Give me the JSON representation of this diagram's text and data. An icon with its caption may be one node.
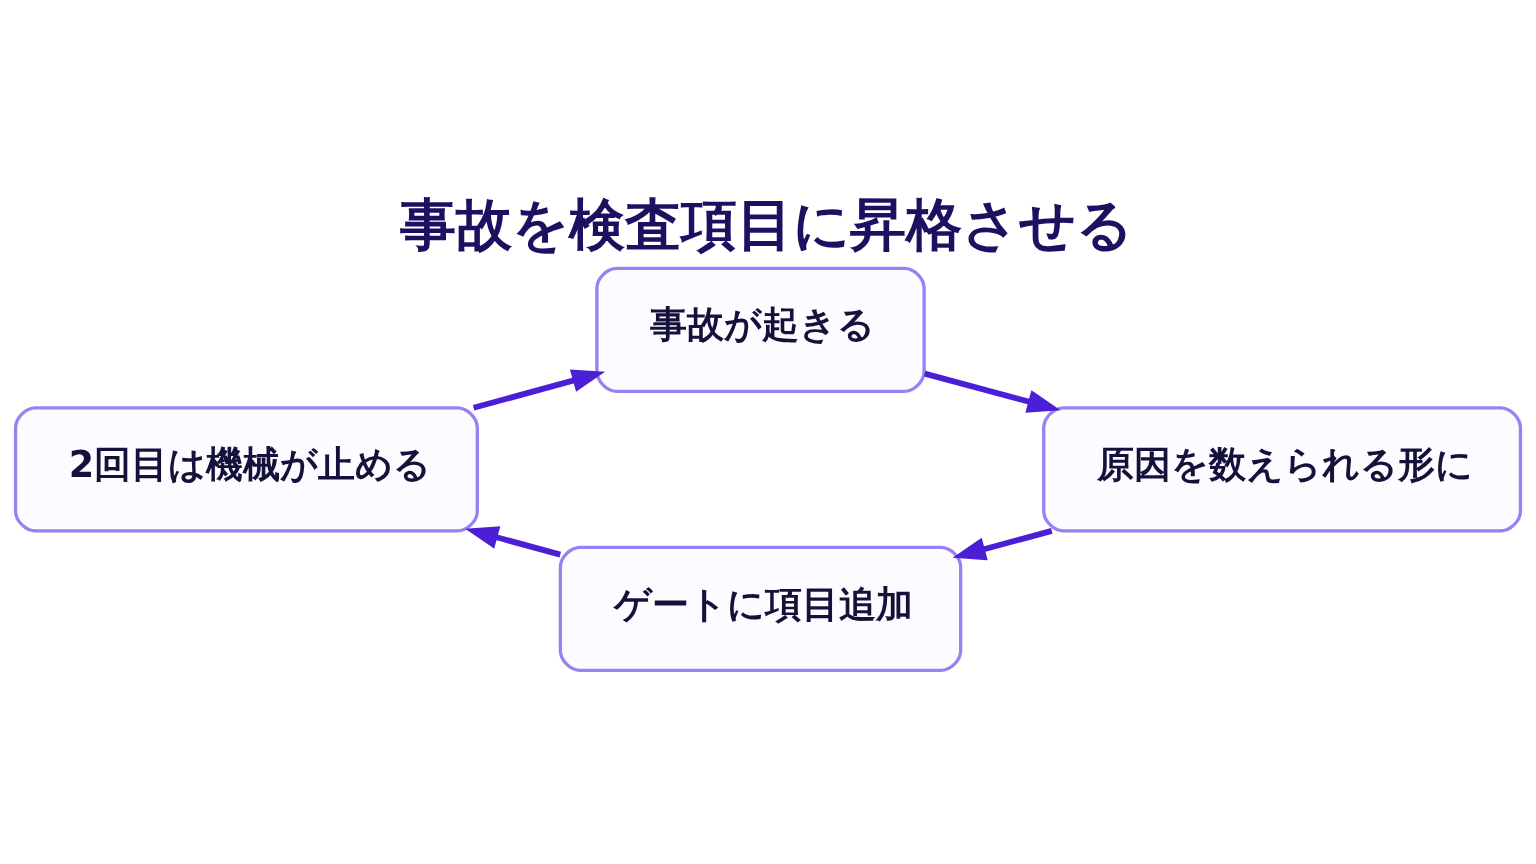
{
  "diagram": {
    "title": "事故を検査項目に昇格させる",
    "nodes": [
      {
        "text": [
          "事故が起きる"
        ]
      },
      {
        "text": [
          "原因を数えられる形に"
        ]
      },
      {
        "text": [
          "ゲートに項目追加"
        ]
      },
      {
        "text": [
          "2回目は機械が止める"
        ]
      }
    ],
    "edges": [
      {
        "from": 0,
        "to": 1,
        "arrow": "to"
      },
      {
        "from": 1,
        "to": 2,
        "arrow": "to"
      },
      {
        "from": 2,
        "to": 3,
        "arrow": "to"
      },
      {
        "from": 3,
        "to": 0,
        "arrow": "to"
      }
    ]
  }
}
